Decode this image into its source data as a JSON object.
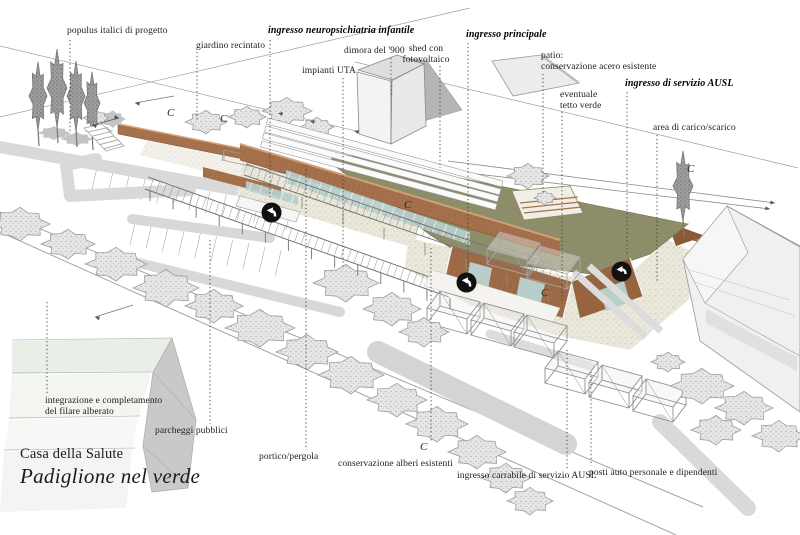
{
  "title_block": {
    "line1": "Casa della Salute",
    "line2": "Padiglione nel verde"
  },
  "annotations": [
    {
      "id": "populus",
      "text": "populus italici di progetto",
      "emphasis": false
    },
    {
      "id": "giardino-recintato",
      "text": "giardino recintato",
      "emphasis": false
    },
    {
      "id": "ingresso-neuropsichiatria",
      "text": "ingresso neuropsichiatria infantile",
      "emphasis": true
    },
    {
      "id": "dimora",
      "text": "dimora del '900",
      "emphasis": false
    },
    {
      "id": "shed-fotovoltaico",
      "text": "shed con\nfotovoltaico",
      "emphasis": false
    },
    {
      "id": "impianti-uta",
      "text": "impianti UTA",
      "emphasis": false
    },
    {
      "id": "ingresso-principale",
      "text": "ingresso principale",
      "emphasis": true
    },
    {
      "id": "patio-acero",
      "text": "patio:\nconservazione acero esistente",
      "emphasis": false
    },
    {
      "id": "tetto-verde",
      "text": "eventuale\ntetto verde",
      "emphasis": false
    },
    {
      "id": "ingresso-servizio-ausl",
      "text": "ingresso di servizio AUSL",
      "emphasis": true
    },
    {
      "id": "area-carico-scarico",
      "text": "area di carico/scarico",
      "emphasis": false
    },
    {
      "id": "integrazione-filare",
      "text": "integrazione e completamento\ndel filare alberato",
      "emphasis": false
    },
    {
      "id": "parcheggi-pubblici",
      "text": "parcheggi pubblici",
      "emphasis": false
    },
    {
      "id": "portico-pergola",
      "text": "portico/pergola",
      "emphasis": false
    },
    {
      "id": "conservazione-alberi",
      "text": "conservazione alberi esistenti",
      "emphasis": false
    },
    {
      "id": "ingresso-carrabile",
      "text": "ingresso carrabile di servizio AUSL",
      "emphasis": false
    },
    {
      "id": "posti-auto",
      "text": "posti auto personale e dipendenti",
      "emphasis": false
    }
  ],
  "markers": {
    "section_letter": "C"
  },
  "palette": {
    "facade_brown": "#a5704c",
    "roof_green": "#8e8d69",
    "glass_teal": "#b7cecb",
    "gravel_beige": "#ebe8dc",
    "asphalt_gray": "#d9d9d9",
    "marker_black": "#111111"
  }
}
